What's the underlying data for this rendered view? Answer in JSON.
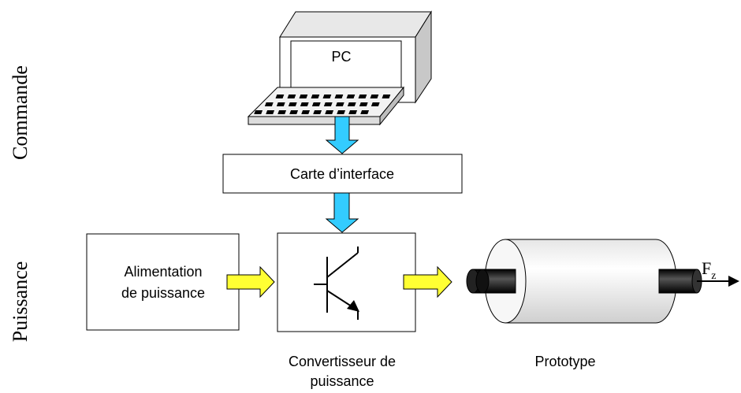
{
  "labels": {
    "commande": "Commande",
    "puissance": "Puissance",
    "pc": "PC",
    "carte_interface": "Carte d’interface",
    "alimentation_line1": "Alimentation",
    "alimentation_line2": "de puissance",
    "convertisseur_line1": "Convertisseur de",
    "convertisseur_line2": "puissance",
    "prototype": "Prototype",
    "force_symbol": "F",
    "force_subscript": "z"
  },
  "colors": {
    "control_arrow": "#33CCFF",
    "power_arrow": "#FFFF33",
    "outline": "#000000",
    "background": "#FFFFFF"
  }
}
